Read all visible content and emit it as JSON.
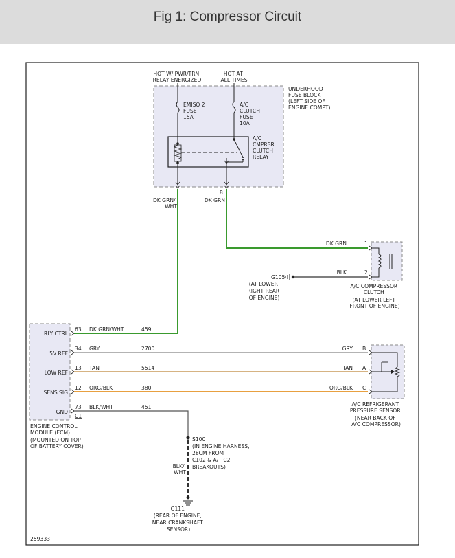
{
  "header": {
    "title": "Fig 1: Compressor Circuit"
  },
  "diagram": {
    "top_labels": {
      "hot_pwr_trn": [
        "HOT W/ PWR/TRN",
        "RELAY ENERGIZED"
      ],
      "hot_all_times": [
        "HOT AT",
        "ALL TIMES"
      ]
    },
    "fuse_block": [
      "UNDERHOOD",
      "FUSE BLOCK",
      "(LEFT SIDE OF",
      "ENGINE COMPT)"
    ],
    "emiso_fuse": [
      "EMISO 2",
      "FUSE",
      "15A"
    ],
    "ac_clutch_fuse": [
      "A/C",
      "CLUTCH",
      "FUSE",
      "10A"
    ],
    "relay": [
      "A/C",
      "CMPRSR",
      "CLUTCH",
      "RELAY"
    ],
    "relay_pin": "8",
    "wire_left_top": [
      "DK GRN/",
      "WHT"
    ],
    "wire_right_top": "DK GRN",
    "compressor_clutch": {
      "wire1": "DK GRN",
      "pin1": "1",
      "wire2": "BLK",
      "pin2": "2",
      "label": [
        "A/C COMPRESSOR",
        "CLUTCH",
        "(AT LOWER LEFT",
        "FRONT OF ENGINE)"
      ]
    },
    "g105": [
      "G105",
      "(AT LOWER",
      "RIGHT REAR",
      "OF ENGINE)"
    ],
    "ecm": {
      "pins": [
        "RLY CTRL",
        "5V REF",
        "LOW REF",
        "SENS SIG",
        "GND"
      ],
      "pin_numbers": [
        "63",
        "34",
        "13",
        "12",
        "73"
      ],
      "connector": "C1",
      "label": [
        "ENGINE CONTROL",
        "MODULE (ECM)",
        "(MOUNTED ON TOP",
        "OF BATTERY COVER)"
      ]
    },
    "wires": [
      {
        "color_name": "DK GRN/WHT",
        "circuit": "459",
        "color": "#3a9a2e"
      },
      {
        "color_name": "GRY",
        "circuit": "2700",
        "right_label": "GRY",
        "right_pin": "B",
        "color": "#9a9a9a"
      },
      {
        "color_name": "TAN",
        "circuit": "5514",
        "right_label": "TAN",
        "right_pin": "A",
        "color": "#c89a5a"
      },
      {
        "color_name": "ORG/BLK",
        "circuit": "380",
        "right_label": "ORG/BLK",
        "right_pin": "C",
        "color": "#e8a040"
      },
      {
        "color_name": "BLK/WHT",
        "circuit": "451",
        "color": "#333333"
      }
    ],
    "pressure_sensor": [
      "A/C REFRIGERANT",
      "PRESSURE SENSOR",
      "(NEAR BACK OF",
      "A/C COMPRESSOR)"
    ],
    "s100": [
      "S100",
      "(IN ENGINE HARNESS,",
      "28CM FROM",
      "C102 & A/T C2",
      "BREAKOUTS)"
    ],
    "blk_wht": [
      "BLK/",
      "WHT"
    ],
    "g111": [
      "G111",
      "(REAR OF ENGINE,",
      "NEAR CRANKSHAFT",
      "SENSOR)"
    ],
    "doc_number": "259333"
  }
}
